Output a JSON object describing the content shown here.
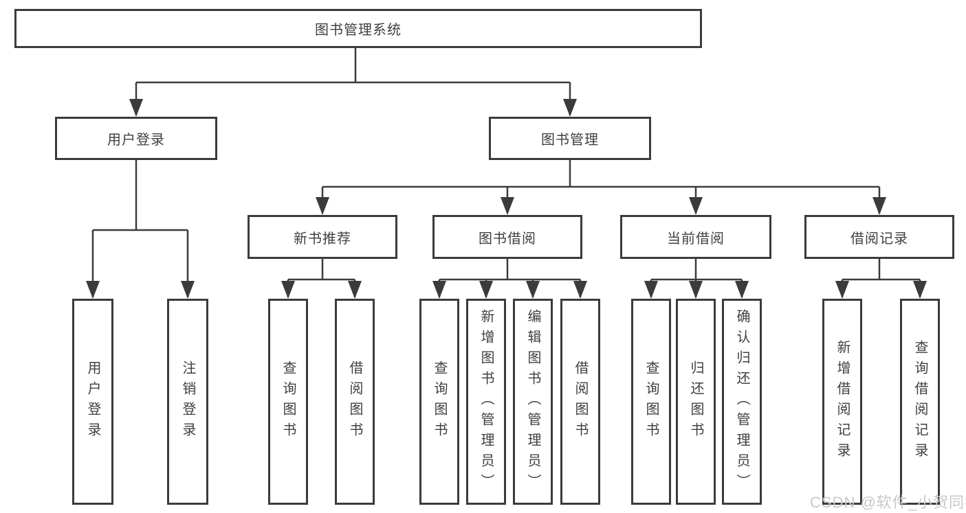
{
  "diagram": {
    "type": "tree",
    "root": {
      "label": "图书管理系统",
      "children": [
        {
          "label": "用户登录",
          "children": [
            {
              "label": "用户登录"
            },
            {
              "label": "注销登录"
            }
          ]
        },
        {
          "label": "图书管理",
          "children": [
            {
              "label": "新书推荐",
              "children": [
                {
                  "label": "查询图书"
                },
                {
                  "label": "借阅图书"
                }
              ]
            },
            {
              "label": "图书借阅",
              "children": [
                {
                  "label": "查询图书"
                },
                {
                  "label": "新增图书（管理员）"
                },
                {
                  "label": "编辑图书（管理员）"
                },
                {
                  "label": "借阅图书"
                }
              ]
            },
            {
              "label": "当前借阅",
              "children": [
                {
                  "label": "查询图书"
                },
                {
                  "label": "归还图书"
                },
                {
                  "label": "确认归还（管理员）"
                }
              ]
            },
            {
              "label": "借阅记录",
              "children": [
                {
                  "label": "新增借阅记录"
                },
                {
                  "label": "查询借阅记录"
                }
              ]
            }
          ]
        }
      ]
    },
    "colors": {
      "line": "#3b3b3b",
      "text": "#3f3f3f",
      "background": "#ffffff",
      "watermark_text_color": "#c8c8c8"
    }
  },
  "watermark": {
    "text": "CSDN @软件_小贺同学"
  }
}
